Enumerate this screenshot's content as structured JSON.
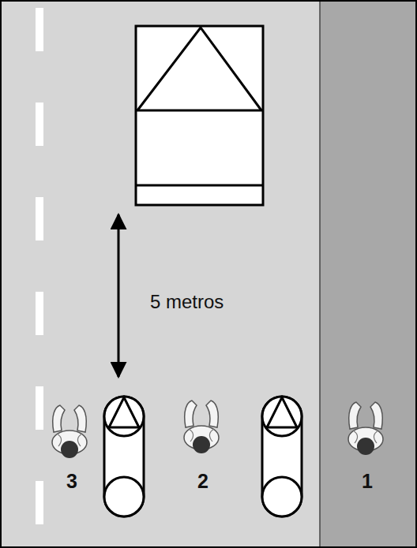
{
  "diagram": {
    "labels": [
      "5 metros",
      "3",
      "2",
      "1"
    ]
  }
}
